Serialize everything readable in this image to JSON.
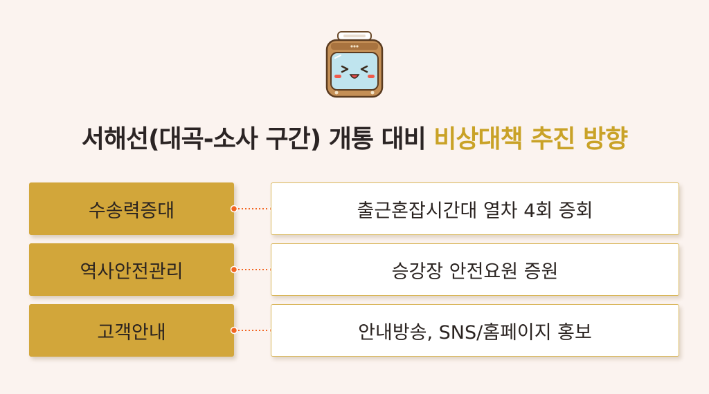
{
  "title": {
    "part1": "서해선(대곡-소사 구간) 개통 대비 ",
    "part2": "비상대책 추진 방향"
  },
  "mascot": {
    "icon": "train-face-icon"
  },
  "colors": {
    "background": "#fbf3ef",
    "accent": "#c9a227",
    "label_box": "#d2a63a",
    "connector": "#f26522"
  },
  "rows": [
    {
      "label": "수송력증대",
      "description": "출근혼잡시간대 열차 4회 증회"
    },
    {
      "label": "역사안전관리",
      "description": "승강장 안전요원 증원"
    },
    {
      "label": "고객안내",
      "description": "안내방송, SNS/홈페이지 홍보"
    }
  ]
}
